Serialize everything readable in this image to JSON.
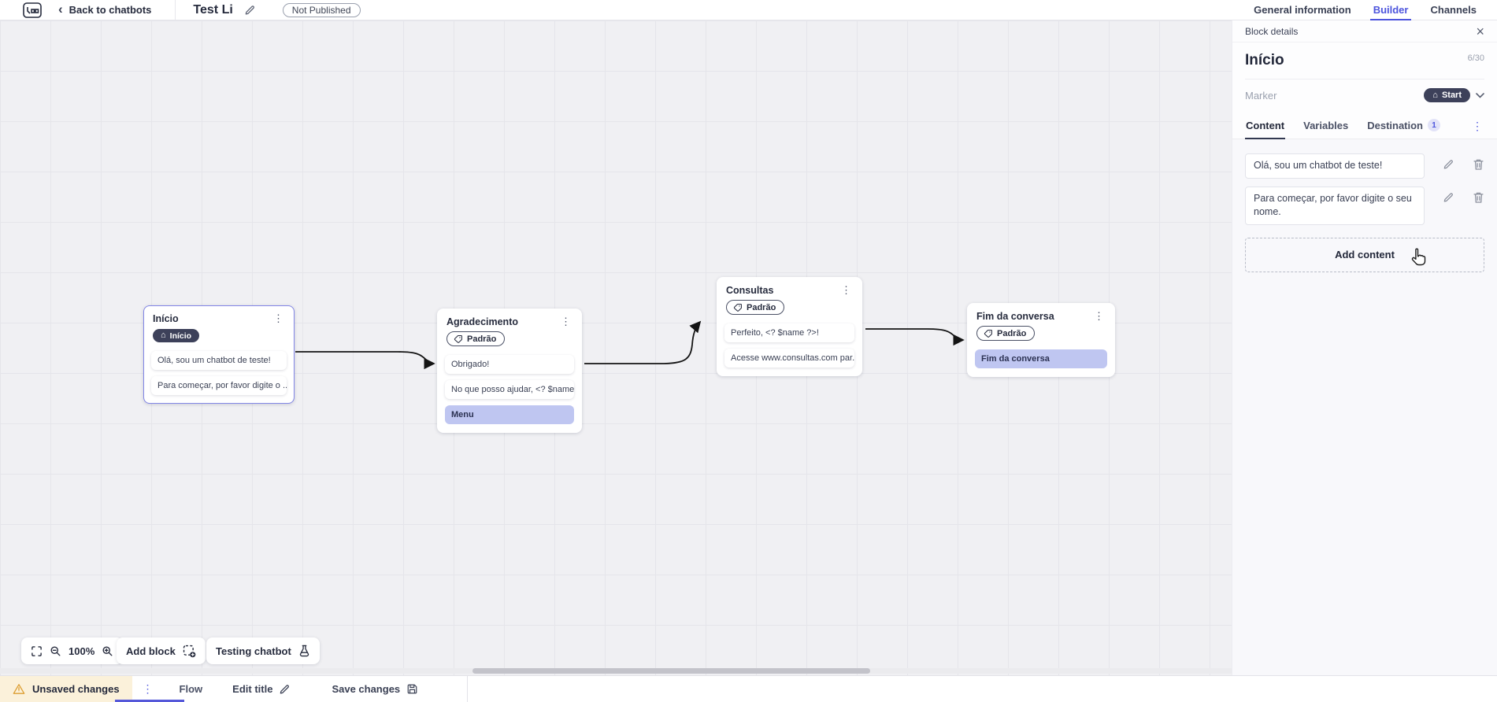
{
  "topbar": {
    "back_label": "Back to chatbots",
    "title": "Test Li",
    "status_badge": "Not Published",
    "tabs": [
      {
        "label": "General information",
        "active": false
      },
      {
        "label": "Builder",
        "active": true
      },
      {
        "label": "Channels",
        "active": false
      }
    ]
  },
  "panel": {
    "header": "Block details",
    "block_title": "Início",
    "char_counter": "6/30",
    "marker_label": "Marker",
    "marker_value": "Start",
    "tabs": [
      {
        "label": "Content",
        "active": true
      },
      {
        "label": "Variables",
        "active": false
      },
      {
        "label": "Destination",
        "badge": "1",
        "active": false
      }
    ],
    "content_items": [
      {
        "text": "Olá, sou um chatbot de teste!"
      },
      {
        "text": "Para começar, por favor digite o seu nome."
      }
    ],
    "add_content_label": "Add content"
  },
  "canvas": {
    "zoom_level": "100%",
    "add_block_label": "Add block",
    "testing_label": "Testing chatbot",
    "blocks": [
      {
        "title": "Início",
        "badge": "Início",
        "badge_type": "start",
        "selected": true,
        "items": [
          {
            "text": "Olá, sou um chatbot de teste!"
          },
          {
            "text": "Para começar, por favor digite o ..."
          }
        ]
      },
      {
        "title": "Agradecimento",
        "badge": "Padrão",
        "badge_type": "default",
        "items": [
          {
            "text": "Obrigado!"
          },
          {
            "text": "No que posso ajudar, <? $name ..."
          },
          {
            "text": "Menu",
            "highlight": true
          }
        ]
      },
      {
        "title": "Consultas",
        "badge": "Padrão",
        "badge_type": "default",
        "items": [
          {
            "text": "Perfeito, <? $name ?>!"
          },
          {
            "text": "Acesse www.consultas.com par..."
          }
        ]
      },
      {
        "title": "Fim da conversa",
        "badge": "Padrão",
        "badge_type": "default",
        "items": [
          {
            "text": "Fim da conversa",
            "highlight": true
          }
        ]
      }
    ]
  },
  "bottombar": {
    "unsaved_label": "Unsaved changes",
    "flow_tab": "Flow",
    "edit_title_label": "Edit title",
    "save_label": "Save changes"
  },
  "icons": {
    "kebab": "⋮",
    "home": "⌂",
    "close": "×",
    "back": "‹"
  },
  "colors": {
    "accent": "#4d55dd",
    "flow_underline": "#5558d9",
    "dark_badge": "#3d415a",
    "highlight_item": "#bfc6f1",
    "selected_border": "#8286e6",
    "warning": "#e0a33b",
    "unsaved_bg": "#fbf1da"
  }
}
